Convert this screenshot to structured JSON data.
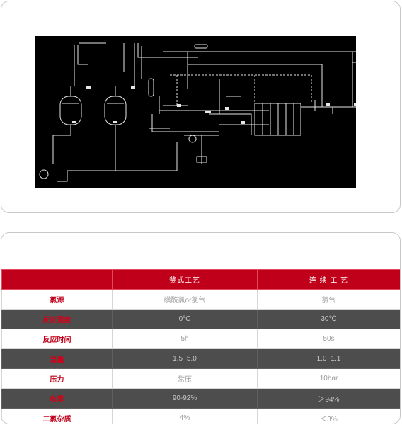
{
  "table": {
    "headers": [
      "",
      "釜式工艺",
      "连 续 工 艺"
    ],
    "rows": [
      {
        "label": "氯源",
        "batch": "磺酰氯or氯气",
        "continuous": "氯气",
        "dark": false
      },
      {
        "label": "反应温度",
        "batch": "0°C",
        "continuous": "30℃",
        "dark": true
      },
      {
        "label": "反应时间",
        "batch": "5h",
        "continuous": "50s",
        "dark": false
      },
      {
        "label": "当量",
        "batch": "1.5~5.0",
        "continuous": "1.0~1.1",
        "dark": true
      },
      {
        "label": "压力",
        "batch": "常压",
        "continuous": "10bar",
        "dark": false
      },
      {
        "label": "收率",
        "batch": "90-92%",
        "continuous": "＞94%",
        "dark": true
      },
      {
        "label": "二氯杂质",
        "batch": "4%",
        "continuous": "＜3%",
        "dark": false
      }
    ]
  },
  "colors": {
    "accent": "#c0001a",
    "dark_row": "#4d4d4d",
    "diagram_bg": "#000000",
    "diagram_line": "#e8e8e8"
  }
}
